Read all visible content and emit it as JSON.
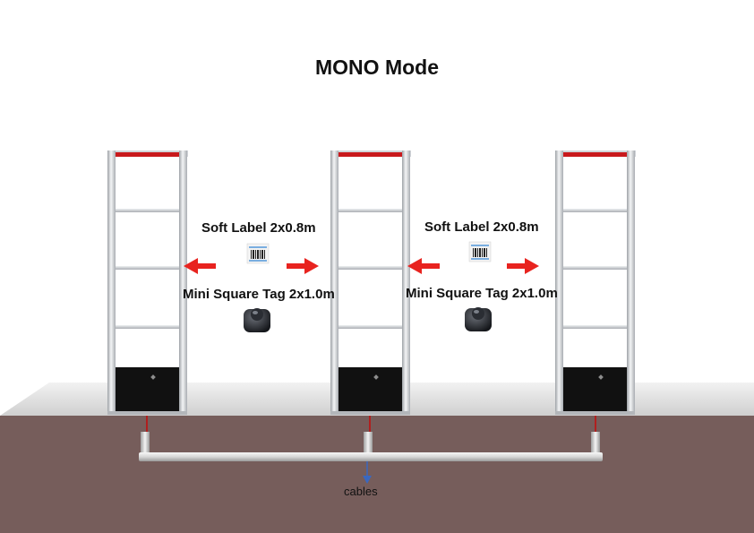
{
  "title": "MONO Mode",
  "zones": [
    {
      "label_top": "Soft Label 2x0.8m",
      "label_bottom": "Mini Square Tag 2x1.0m"
    },
    {
      "label_top": "Soft Label 2x0.8m",
      "label_bottom": "Mini Square Tag 2x1.0m"
    }
  ],
  "cables_label": "cables",
  "colors": {
    "arrow": "#e8231f",
    "floor": "#765d5b",
    "platform": "#dcdcdc",
    "antenna_frame": "#c4c7cc",
    "antenna_top": "#c8191c",
    "antenna_base": "#111111",
    "cable_arrow": "#3a68c0"
  }
}
